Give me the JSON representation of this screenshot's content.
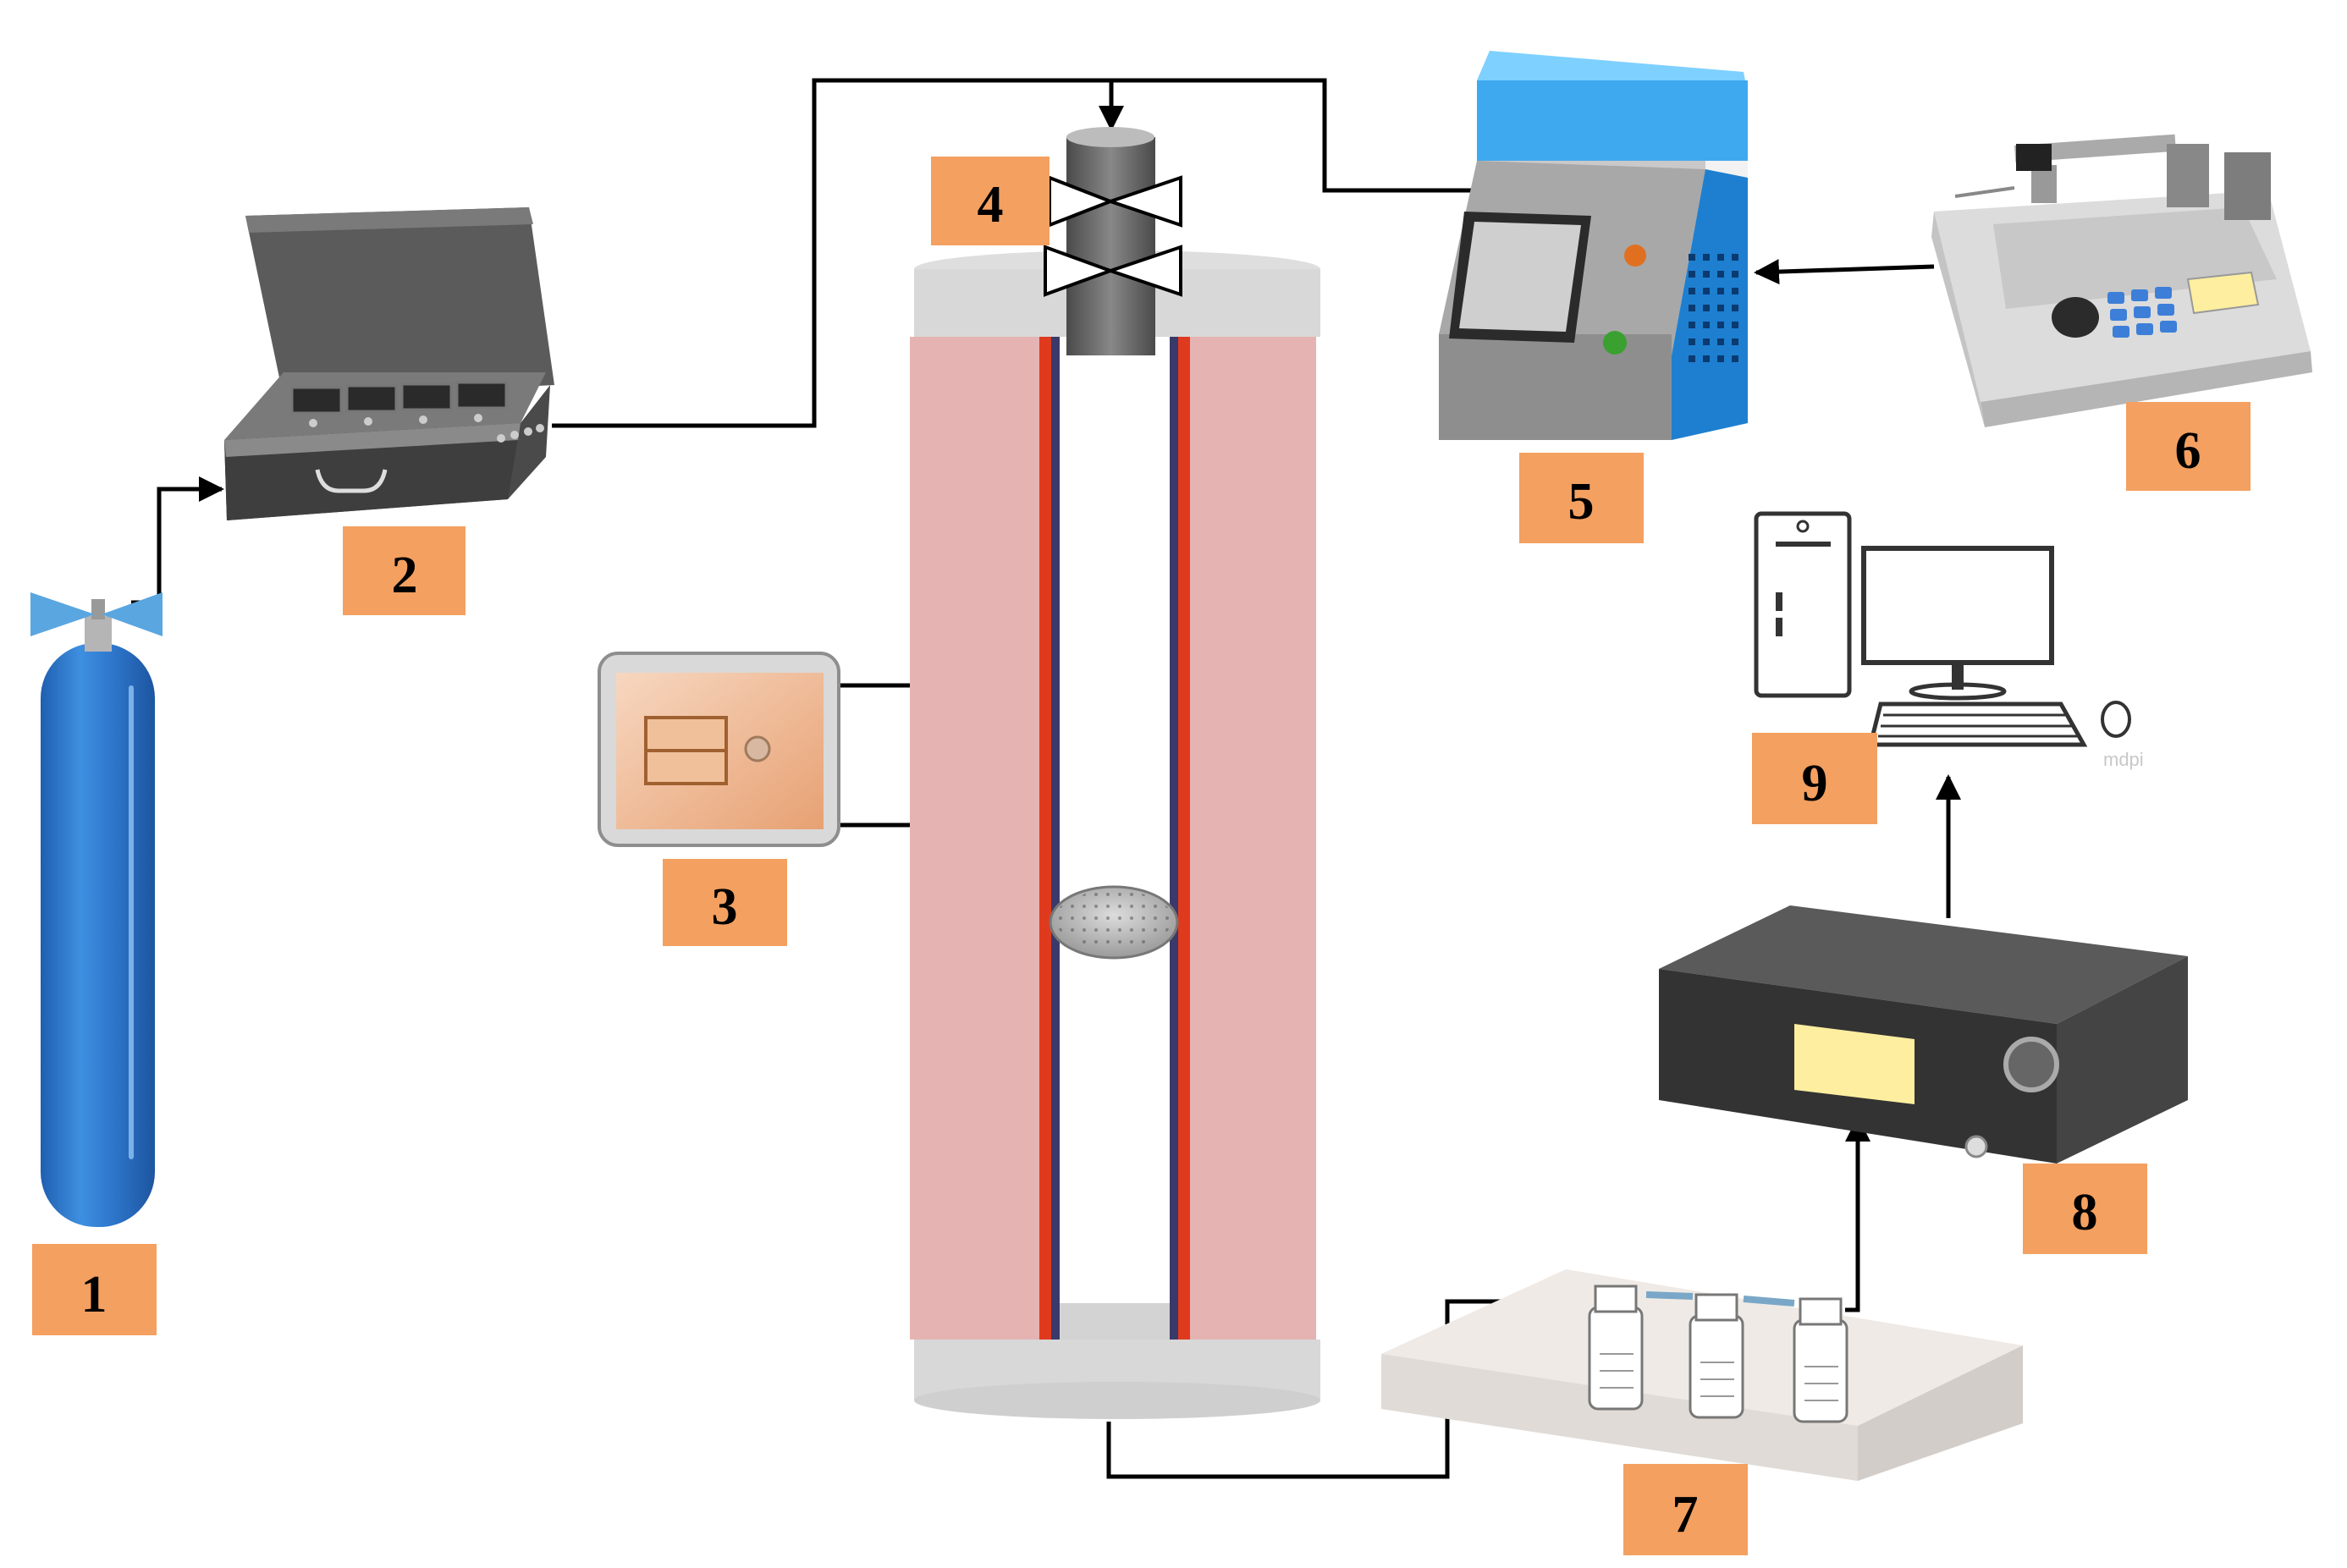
{
  "labels": [
    "1",
    "2",
    "3",
    "4",
    "5",
    "6",
    "7",
    "8",
    "9"
  ],
  "watermark": "mdpi",
  "colors": {
    "label_box": "#f4a060",
    "cylinder": "#2f79cf",
    "regulator": "#5aa6e0",
    "column_pink": "#e9b7b7",
    "column_cap": "#d8d8d8",
    "tube_red": "#e03a1e",
    "pipe": "#000000",
    "case_dark": "#4f4f4f",
    "pump_blue": "#3fa9f0",
    "pump_body": "#9c9c9c",
    "analyzer_body": "#333333",
    "display_yellow": "#fdef9f"
  },
  "icons": [
    "gas-cylinder-icon",
    "control-case-icon",
    "controller-icon",
    "valve-icon",
    "pump-icon",
    "syringe-pump-icon",
    "gas-bottles-icon",
    "analyzer-icon",
    "computer-icon"
  ]
}
